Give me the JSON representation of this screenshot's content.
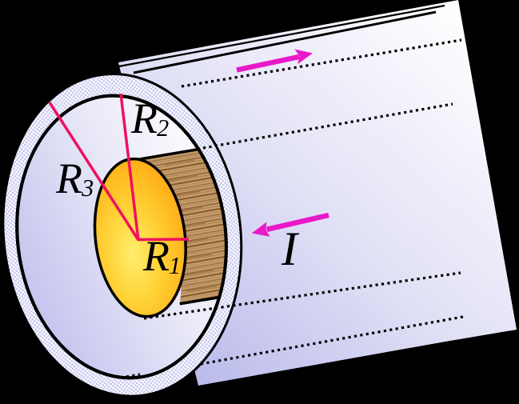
{
  "figure": {
    "labels": {
      "r1": {
        "base": "R",
        "sub": "1"
      },
      "r2": {
        "base": "R",
        "sub": "2"
      },
      "r3": {
        "base": "R",
        "sub": "3"
      },
      "current": "I"
    },
    "colors": {
      "background": "#000000",
      "outline": "#000000",
      "radius_line_pink": "#f0115f",
      "arrow_magenta": "#e919c9",
      "core_center_yellow": "#ffee6e",
      "core_mid_gold": "#ffd236",
      "core_edge_orange": "#ffa30f",
      "hatch_lavender": "#c8c8f0",
      "hatch_white": "#ffffff",
      "body_lavender": "#b6b6ea",
      "body_mid": "#e2e2f6",
      "body_white": "#ffffff",
      "annulus_lavender": "#c5c5ef",
      "annulus_mid": "#e9e9f8",
      "annulus_white": "#ffffff",
      "wood_base": "#c49c6c",
      "wood_grain_dark": "#7d4e20"
    }
  }
}
